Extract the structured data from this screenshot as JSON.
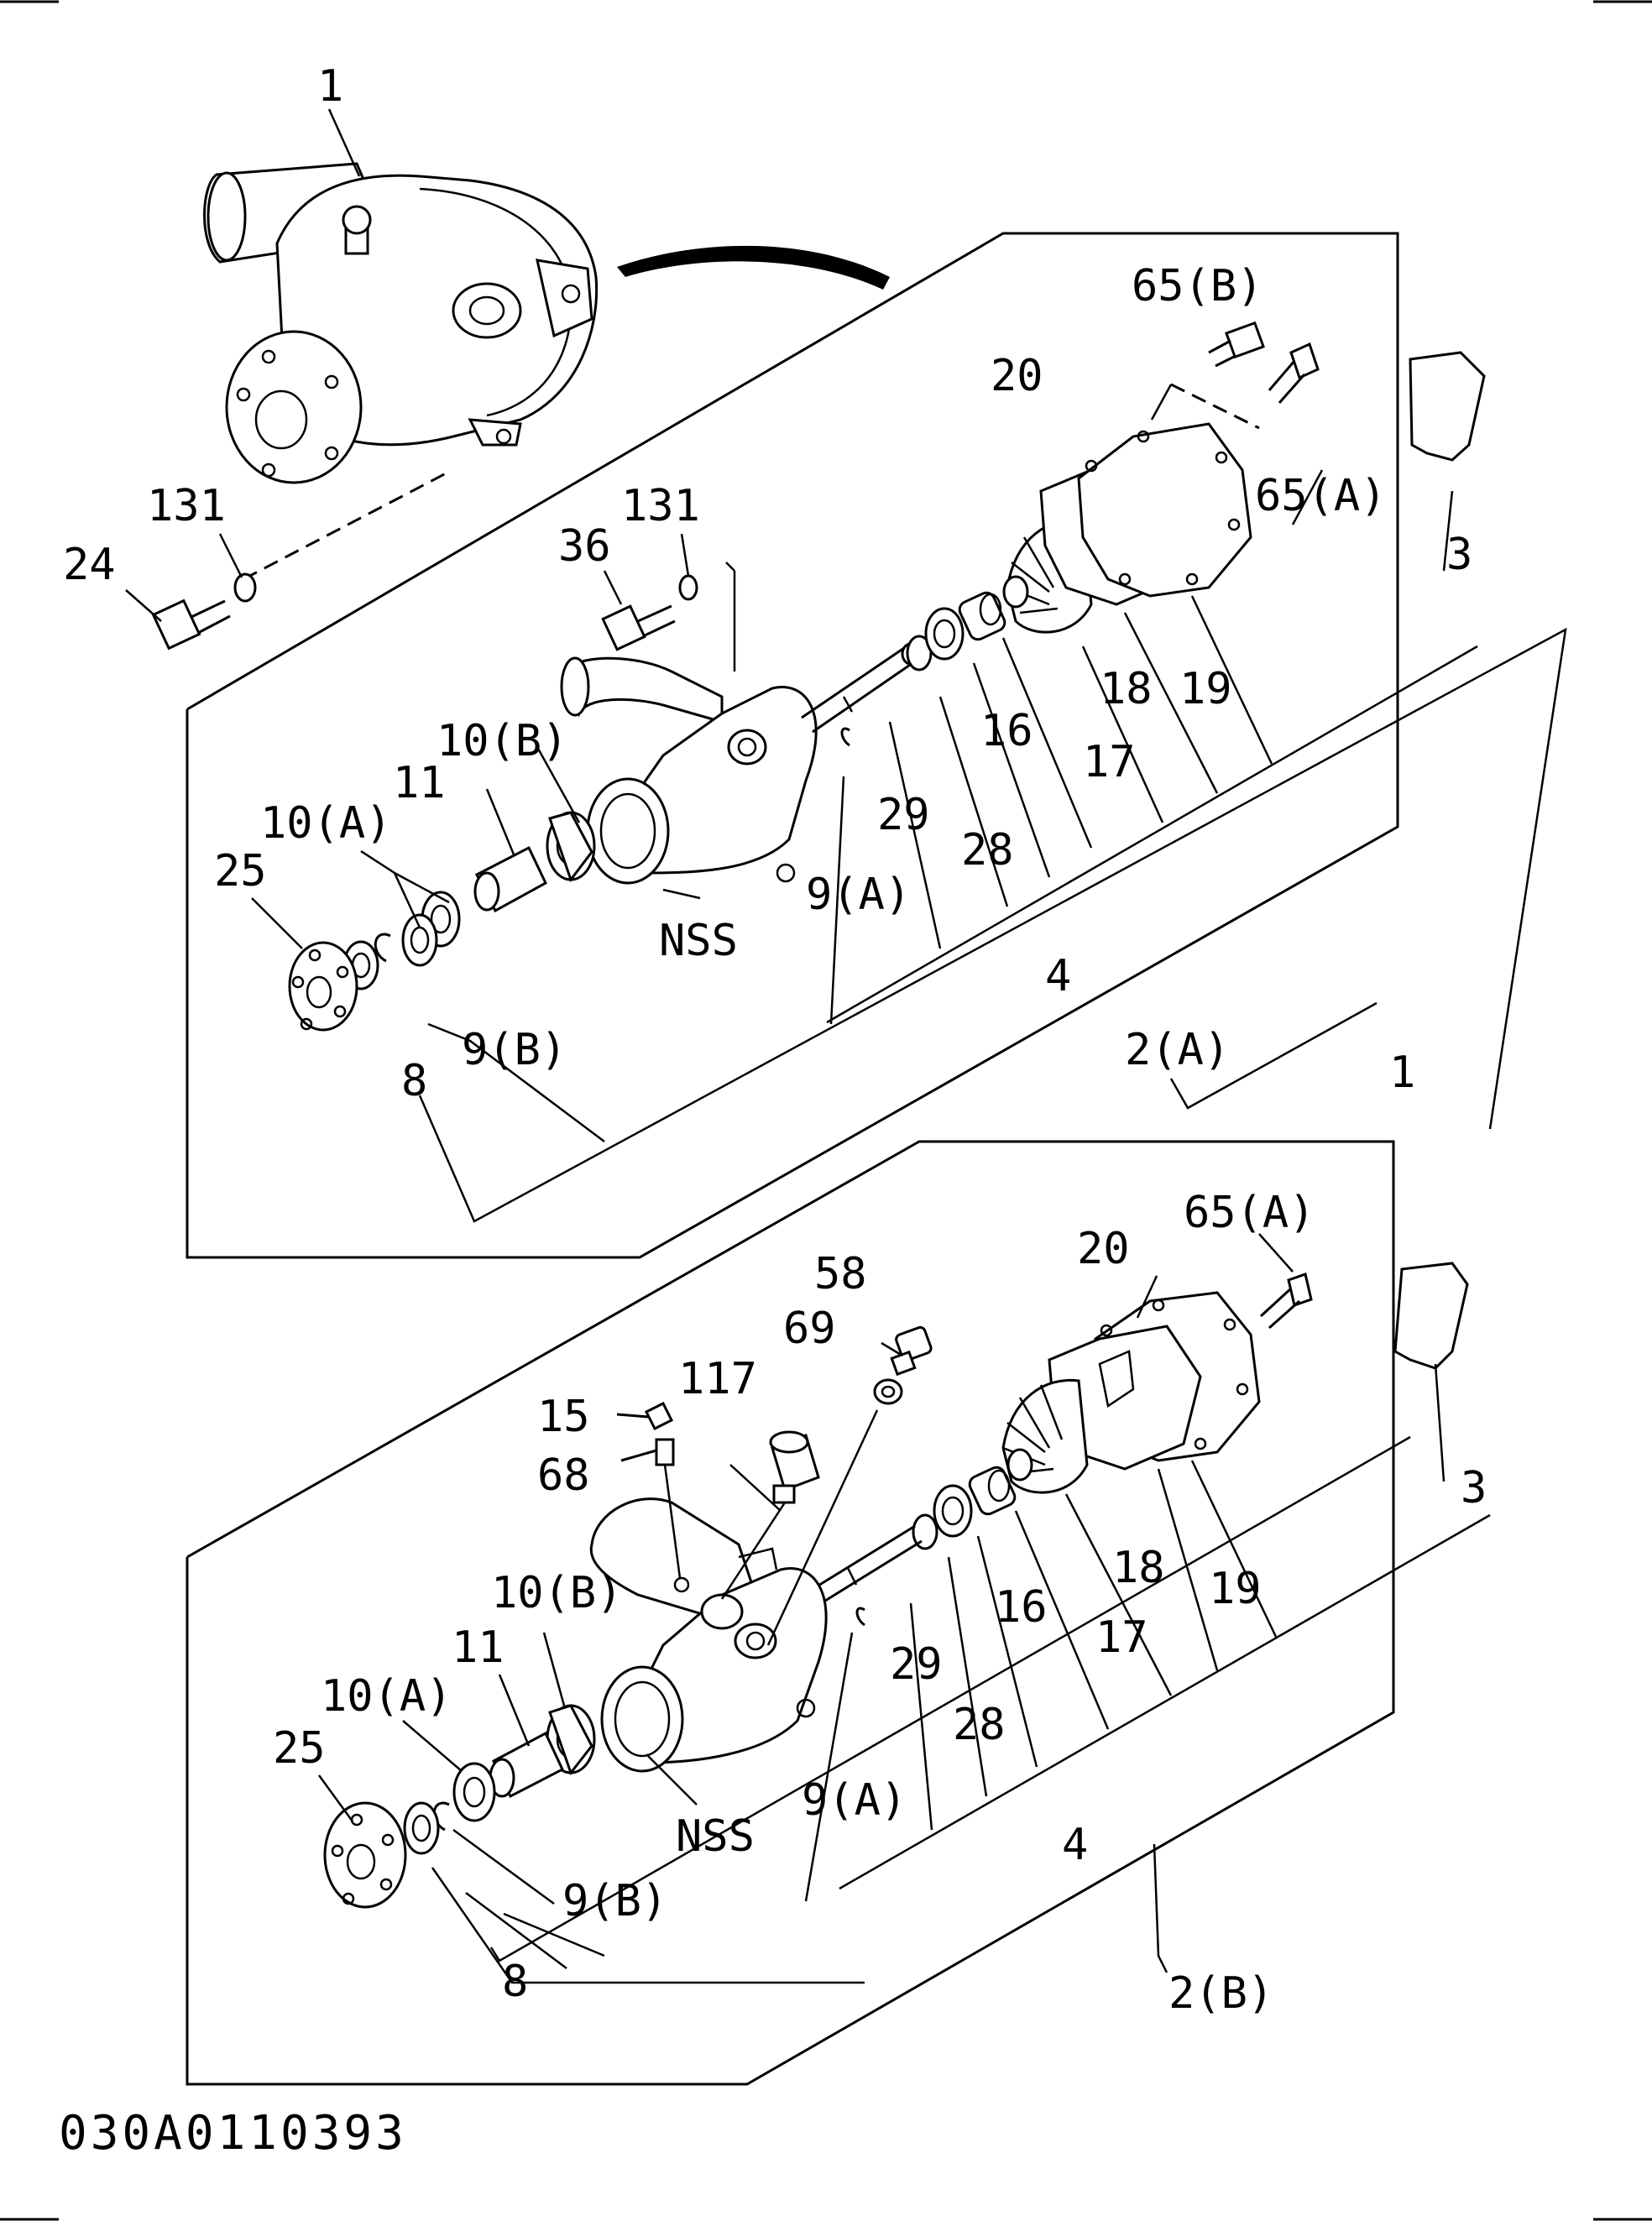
{
  "drawing_code": "030A0110393",
  "assembly_a": {
    "labels": {
      "main_assembly": "1",
      "kit_pulley_side": "24",
      "washer_left": "131",
      "washer_right": "131",
      "bolt_36": "36",
      "bearing_10b": "10(B)",
      "spacer_11": "11",
      "bearing_10a": "10(A)",
      "pulley_25": "25",
      "snap_9b": "9(B)",
      "seal_8": "8",
      "housing_nss": "NSS",
      "ring_9a": "9(A)",
      "shaft_29": "29",
      "seal_28": "28",
      "seal_16": "16",
      "seal_17": "17",
      "impeller_18": "18",
      "gasket_19": "19",
      "plate_20": "20",
      "bolt_65b": "65(B)",
      "bolt_65a": "65(A)",
      "gasket_3": "3",
      "kit_4": "4",
      "assy_2a": "2(A)",
      "assy_1": "1"
    }
  },
  "assembly_b": {
    "labels": {
      "bolt_65a": "65(A)",
      "plate_20": "20",
      "plug_58": "58",
      "washer_69": "69",
      "fitting_117": "117",
      "nipple_15": "15",
      "nipple_68": "68",
      "bearing_10b": "10(B)",
      "spacer_11": "11",
      "bearing_10a": "10(A)",
      "pulley_25": "25",
      "snap_9b": "9(B)",
      "seal_8": "8",
      "housing_nss": "NSS",
      "ring_9a": "9(A)",
      "shaft_29": "29",
      "seal_28": "28",
      "seal_16": "16",
      "seal_17": "17",
      "impeller_18": "18",
      "gasket_19": "19",
      "gasket_3": "3",
      "kit_4": "4",
      "assy_2b": "2(B)"
    }
  }
}
